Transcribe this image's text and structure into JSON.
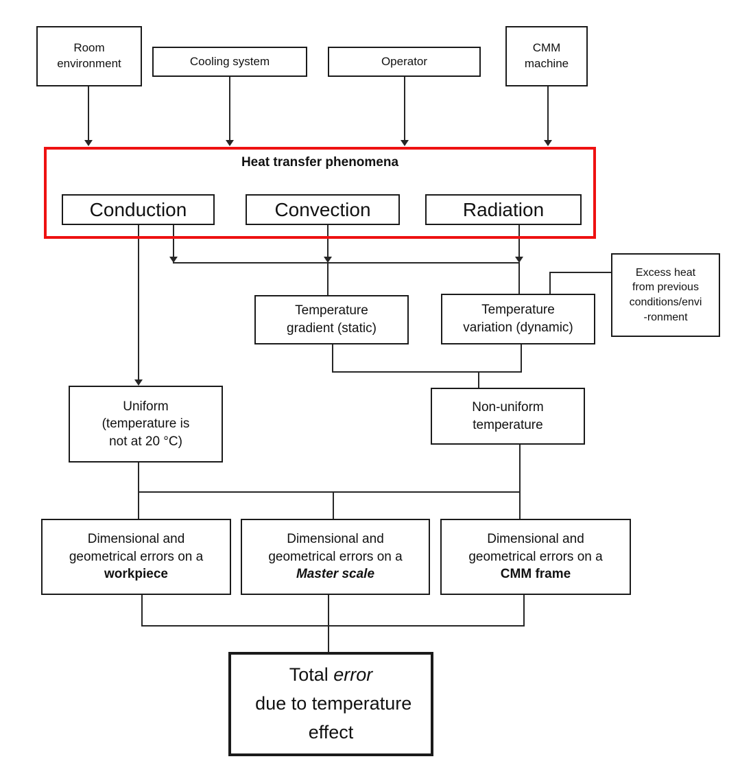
{
  "diagram": {
    "sources": {
      "room": "Room\nenvironment",
      "cooling": "Cooling system",
      "operator": "Operator",
      "cmm": "CMM\nmachine"
    },
    "heat": {
      "title": "Heat transfer phenomena",
      "conduction": "Conduction",
      "convection": "Convection",
      "radiation": "Radiation"
    },
    "temperature": {
      "gradient": "Temperature\ngradient (static)",
      "variation": "Temperature\nvariation (dynamic)",
      "excess_heat": "Excess heat\nfrom previous\nconditions/envi\n-ronment"
    },
    "states": {
      "uniform": "Uniform\n(temperature is\nnot at 20 °C)",
      "non_uniform": "Non-uniform\ntemperature"
    },
    "errors": {
      "line1": "Dimensional and",
      "line2": "geometrical errors on a",
      "workpiece": "workpiece",
      "master_scale": "Master scale",
      "cmm_frame": "CMM frame"
    },
    "total": {
      "t1": "Total ",
      "t2": "error",
      "t3": " due to temperature effect"
    }
  },
  "colors": {
    "accent_red": "#ee1111",
    "line": "#262626",
    "box_border": "#1a1a1a"
  }
}
